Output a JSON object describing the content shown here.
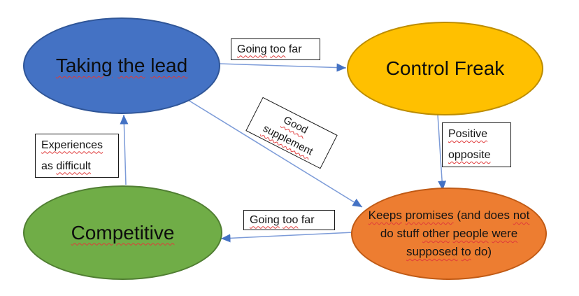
{
  "background": "#FFFFFF",
  "squiggle_color": "#E03A3A",
  "arrows": {
    "line_color": "#7C9BD8",
    "head_color": "#4472C4"
  },
  "nodes": {
    "taking_the_lead": {
      "text": "Taking the lead",
      "fill": "#4472C4",
      "stroke": "#2F5597",
      "words": [
        {
          "t": "Taking",
          "sq": true
        },
        {
          "t": "the",
          "sq": true
        },
        {
          "t": "lead",
          "sq": true
        }
      ]
    },
    "control_freak": {
      "text": "Control Freak",
      "fill": "#FFC000",
      "stroke": "#BC8C00",
      "words": [
        {
          "t": "Control",
          "sq": false
        },
        {
          "t": "Freak",
          "sq": false
        }
      ]
    },
    "competitive": {
      "text": "Competitive",
      "fill": "#70AD47",
      "stroke": "#507E32",
      "words": [
        {
          "t": "Competitive",
          "sq": true
        }
      ]
    },
    "keeps_promises": {
      "text": "Keeps promises (and does not do stuff other people were supposed to do)",
      "fill": "#ED7D31",
      "stroke": "#C05A15",
      "lines": [
        [
          {
            "t": "Keeps",
            "sq": true
          },
          {
            "t": "promises",
            "sq": true
          },
          {
            "t": "(and",
            "sq": false
          },
          {
            "t": "does",
            "sq": false
          },
          {
            "t": "not",
            "sq": true
          }
        ],
        [
          {
            "t": "do",
            "sq": false
          },
          {
            "t": "stuff",
            "sq": false
          },
          {
            "t": "other",
            "sq": true
          },
          {
            "t": "people",
            "sq": true
          },
          {
            "t": "were",
            "sq": true
          }
        ],
        [
          {
            "t": "supposed",
            "sq": true
          },
          {
            "t": "to",
            "sq": true
          },
          {
            "t": "do)",
            "sq": false
          }
        ]
      ]
    }
  },
  "edge_labels": {
    "going_too_far_top": {
      "text": "Going too far",
      "words": [
        {
          "t": "Going",
          "sq": true
        },
        {
          "t": "too",
          "sq": true
        },
        {
          "t": "far",
          "sq": false
        }
      ]
    },
    "good_supplement": {
      "text": "Good supplement",
      "lines": [
        [
          {
            "t": "Good",
            "sq": true
          }
        ],
        [
          {
            "t": "supplement",
            "sq": true
          }
        ]
      ]
    },
    "positive_opposite": {
      "text": "Positive opposite",
      "lines": [
        [
          {
            "t": "Positive",
            "sq": true
          }
        ],
        [
          {
            "t": "opposite",
            "sq": true
          }
        ]
      ]
    },
    "experiences_as_difficult": {
      "text": "Experiences as difficult",
      "lines": [
        [
          {
            "t": "Experiences",
            "sq": true
          }
        ],
        [
          {
            "t": "as",
            "sq": false
          },
          {
            "t": "difficult",
            "sq": true
          }
        ]
      ]
    },
    "going_too_far_bottom": {
      "text": "Going too far",
      "words": [
        {
          "t": "Going",
          "sq": true
        },
        {
          "t": "too",
          "sq": true
        },
        {
          "t": "far",
          "sq": false
        }
      ]
    }
  },
  "edges": [
    {
      "from": "Taking the lead",
      "to": "Control Freak",
      "label": "Going too far"
    },
    {
      "from": "Control Freak",
      "to": "Keeps promises",
      "label": "Positive opposite"
    },
    {
      "from": "Taking the lead",
      "to": "Keeps promises",
      "label": "Good supplement"
    },
    {
      "from": "Keeps promises",
      "to": "Competitive",
      "label": "Going too far"
    },
    {
      "from": "Competitive",
      "to": "Taking the lead",
      "label": "Experiences as difficult"
    }
  ]
}
